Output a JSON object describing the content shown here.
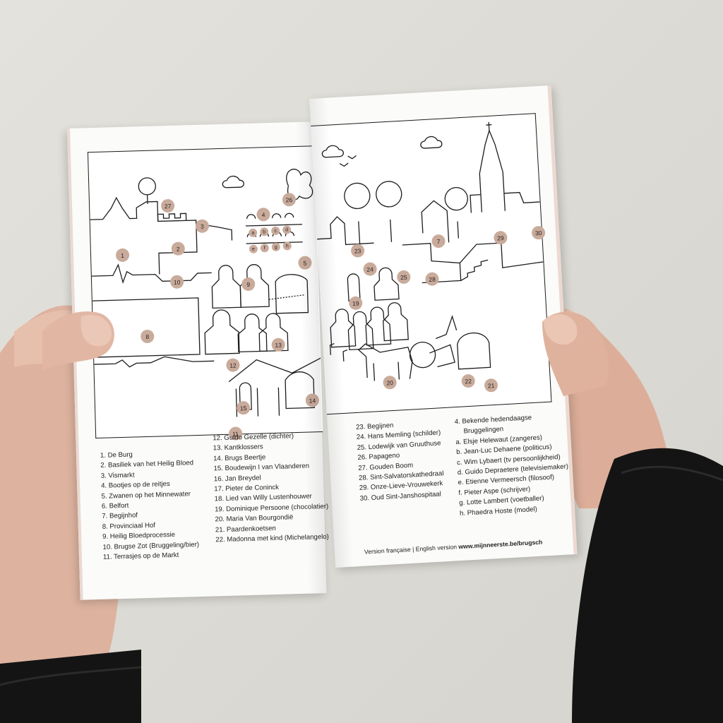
{
  "markers_left": [
    {
      "label": "1"
    },
    {
      "label": "2"
    },
    {
      "label": "3"
    },
    {
      "label": "4"
    },
    {
      "label": "5"
    },
    {
      "label": "8"
    },
    {
      "label": "9"
    },
    {
      "label": "10"
    },
    {
      "label": "11"
    },
    {
      "label": "12"
    },
    {
      "label": "13"
    },
    {
      "label": "14"
    },
    {
      "label": "15"
    },
    {
      "label": "26"
    },
    {
      "label": "27"
    },
    {
      "label": "a"
    },
    {
      "label": "b"
    },
    {
      "label": "c"
    },
    {
      "label": "d"
    },
    {
      "label": "e"
    },
    {
      "label": "f"
    },
    {
      "label": "g"
    },
    {
      "label": "h"
    }
  ],
  "markers_right": [
    {
      "label": "7"
    },
    {
      "label": "19"
    },
    {
      "label": "20"
    },
    {
      "label": "21"
    },
    {
      "label": "22"
    },
    {
      "label": "23"
    },
    {
      "label": "24"
    },
    {
      "label": "25"
    },
    {
      "label": "28"
    },
    {
      "label": "29"
    },
    {
      "label": "30"
    }
  ],
  "legend_col1": [
    "1. De Burg",
    "2. Basiliek van het Heilig Bloed",
    "3. Vismarkt",
    "4. Bootjes op de reitjes",
    "5. Zwanen op het Minnewater",
    "6. Belfort",
    "7. Begijnhof",
    "8. Provinciaal Hof",
    "9. Heilig Bloedprocessie",
    "10. Brugse Zot (Bruggeling/bier)",
    "11. Terrasjes op de Markt"
  ],
  "legend_col2": [
    "12. Guido Gezelle (dichter)",
    "13. Kantklossers",
    "14. Brugs Beertje",
    "15. Boudewijn I van Vlaanderen",
    "16. Jan Breydel",
    "17. Pieter de Coninck",
    "18. Lied van Willy Lustenhouwer",
    "19. Dominique Persoone (chocolatier)",
    "20. Maria Van Bourgondië",
    "21. Paardenkoetsen",
    "22. Madonna met kind (Michelangelo)"
  ],
  "legend_col3": [
    "23. Begijnen",
    "24. Hans Memling (schilder)",
    "25. Lodewijk van Gruuthuse",
    "26. Papageno",
    "27. Gouden Boom",
    "28. Sint-Salvatorskathedraal",
    "29. Onze-Lieve-Vrouwekerk",
    "30. Oud Sint-Janshospitaal"
  ],
  "legend_col4_heading": [
    "4. Bekende hedendaagse",
    "Bruggelingen"
  ],
  "legend_col4": [
    "a.  Elsje Helewaut (zangeres)",
    "b.  Jean-Luc Dehaene (politicus)",
    "c.  Wim Lybaert (tv persoonlijkheid)",
    "d.  Guido Depraetere (televisiemaker)",
    "e.  Etienne Vermeersch (filosoof)",
    "f.   Pieter Aspe (schrijver)",
    "g.  Lotte Lambert (voetballer)",
    "h.  Phaedra Hoste (model)"
  ],
  "footer": {
    "prefix": "Version française | English version ",
    "url": "www.mijnneerste.be/brugsch"
  },
  "colors": {
    "marker": "#c9ab9b",
    "paper": "#fbfbf9",
    "line": "#1c1c1c",
    "sleeve": "#141414",
    "skin": "#e2b9a6"
  }
}
